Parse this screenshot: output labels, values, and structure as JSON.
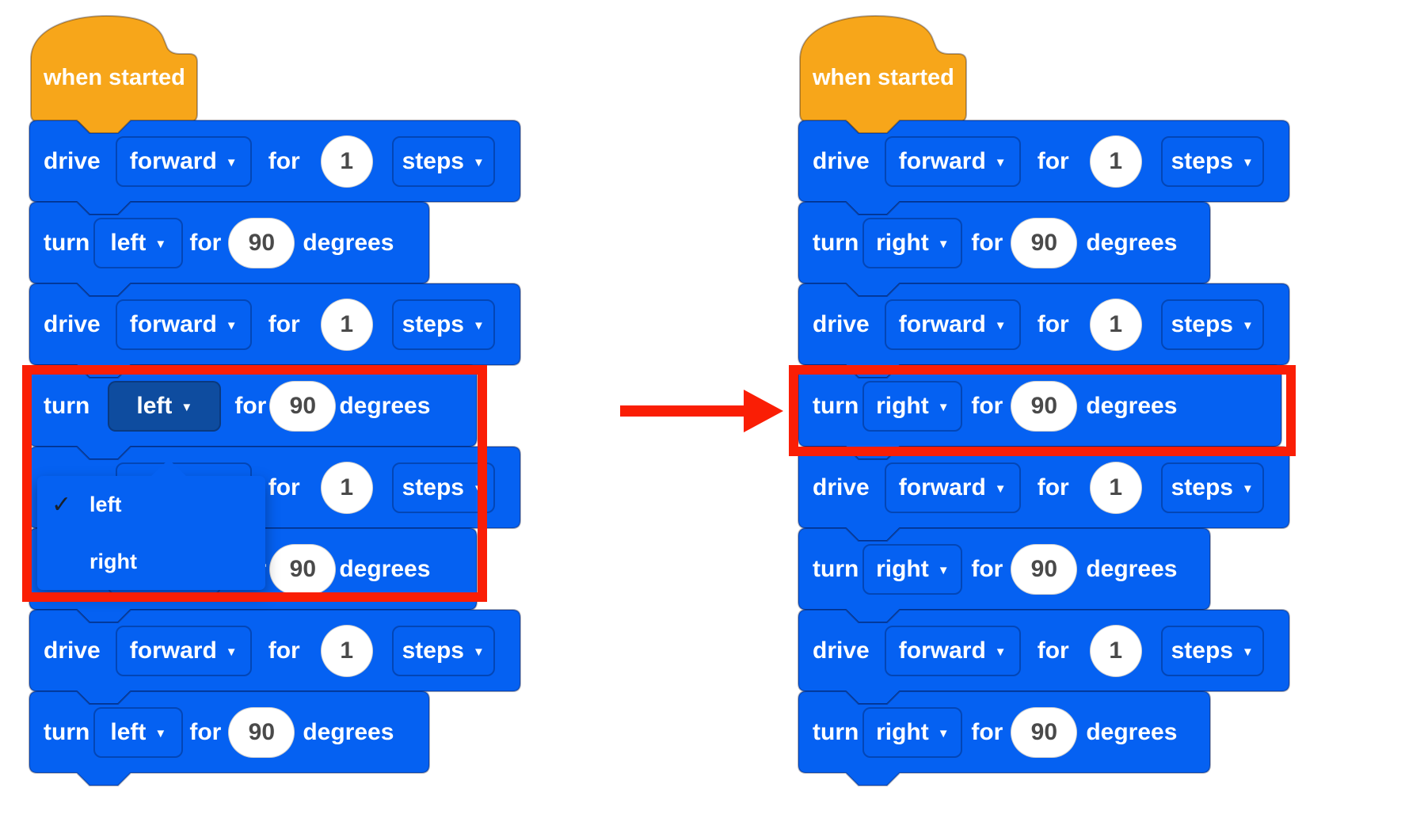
{
  "colors": {
    "block_blue": "#0561F2",
    "selected_field_blue": "#0E4C9F",
    "hat_orange": "#F7A61A",
    "annotation_red": "#FA1E05",
    "bubble_text_gray": "#4A4A4A",
    "text_white": "#FFFFFF"
  },
  "labels": {
    "when_started": "when started",
    "drive": "drive",
    "turn": "turn",
    "forward": "forward",
    "left": "left",
    "right": "right",
    "for": "for",
    "steps": "steps",
    "degrees": "degrees",
    "caret": "▼",
    "check": "✓"
  },
  "values": {
    "drive_distance": "1",
    "turn_angle": "90"
  },
  "popup": {
    "items": [
      {
        "label": "left",
        "checked": true
      },
      {
        "label": "right",
        "checked": false
      }
    ]
  }
}
